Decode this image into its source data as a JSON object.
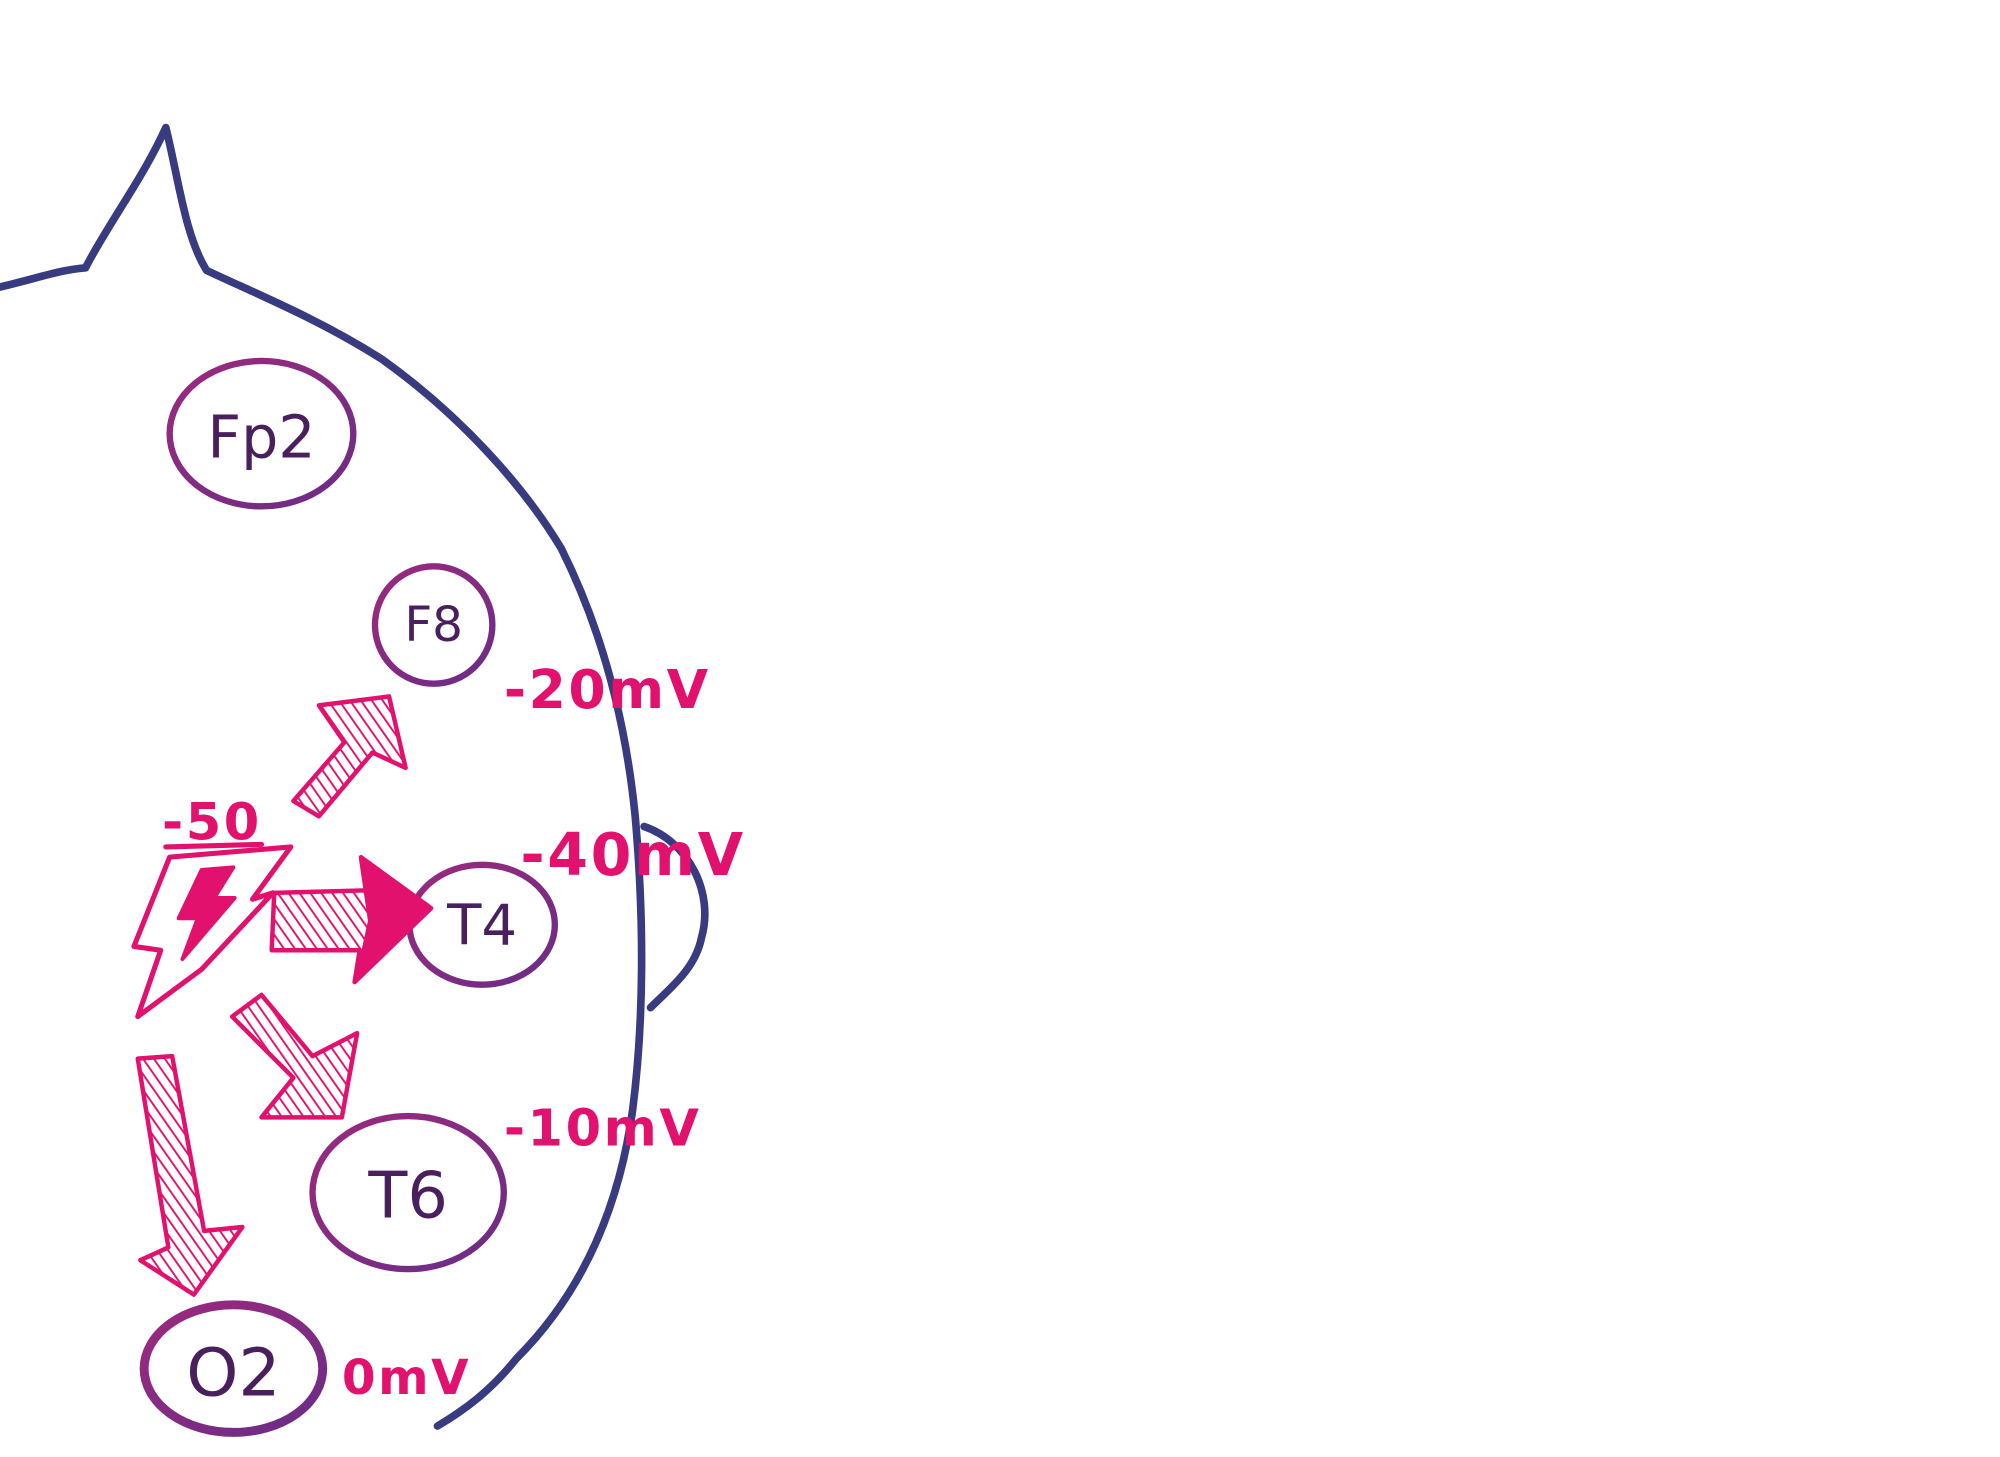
{
  "colors": {
    "outline": "#383b80",
    "electrode_a": "#6a2c86",
    "electrode_b": "#9c2a7e",
    "label": "#4a1f5e",
    "accent": "#e2116e"
  },
  "electrodes": [
    {
      "label": "Fp2"
    },
    {
      "label": "F8",
      "voltage": "-20mV"
    },
    {
      "label": "T4",
      "voltage": "-40mV"
    },
    {
      "label": "T6",
      "voltage": "-10mV"
    },
    {
      "label": "O2",
      "voltage": "0mV"
    }
  ],
  "source": {
    "voltage": "-50",
    "icon": "lightning-bolt-icon"
  },
  "icons": {
    "arrow": "arrow-icon"
  }
}
